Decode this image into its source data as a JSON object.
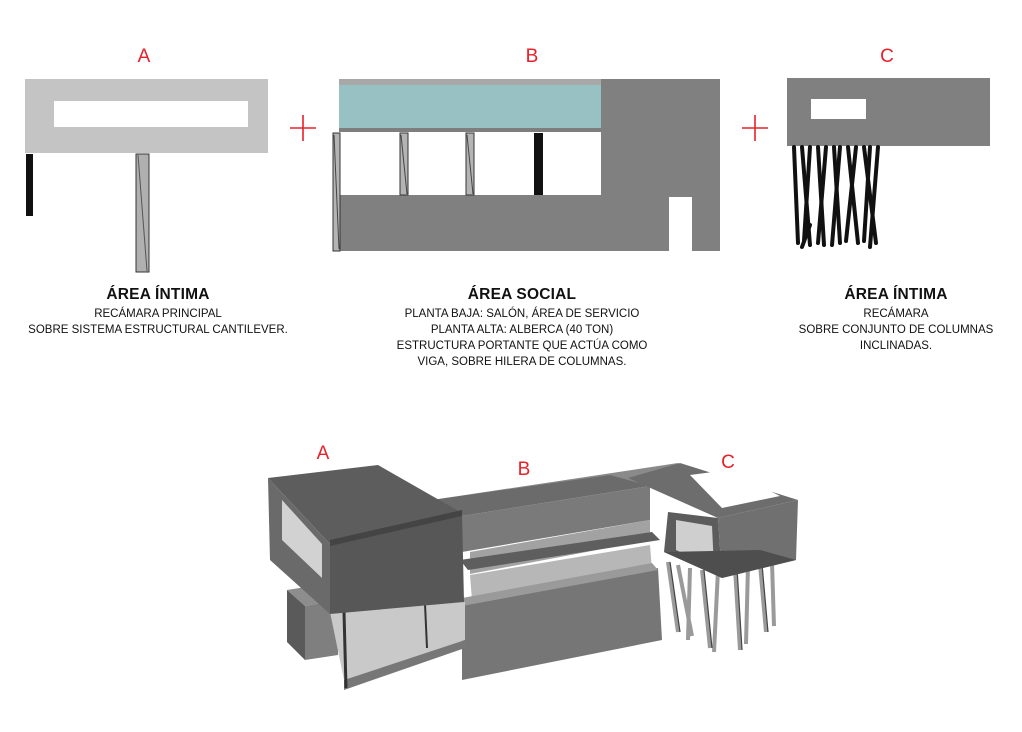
{
  "panels": {
    "a": {
      "letter": "A",
      "title": "ÁREA ÍNTIMA",
      "lines": [
        "RECÁMARA PRINCIPAL",
        "SOBRE SISTEMA ESTRUCTURAL CANTILEVER."
      ]
    },
    "b": {
      "letter": "B",
      "title": "ÁREA SOCIAL",
      "lines": [
        "PLANTA BAJA: SALÓN, ÁREA DE SERVICIO",
        "PLANTA ALTA: ALBERCA (40 TON)",
        "ESTRUCTURA PORTANTE QUE ACTÚA COMO",
        "VIGA, SOBRE HILERA DE COLUMNAS."
      ]
    },
    "c": {
      "letter": "C",
      "title": "ÁREA ÍNTIMA",
      "lines": [
        "RECÁMARA",
        "SOBRE CONJUNTO DE COLUMNAS",
        "INCLINADAS."
      ]
    }
  },
  "model": {
    "label_a": "A",
    "label_b": "B",
    "label_c": "C"
  },
  "colors": {
    "accent_red": "#e8202a",
    "light_gray": "#c4c4c4",
    "mid_gray": "#808080",
    "pool_teal": "#98c1c4",
    "black": "#111111"
  }
}
